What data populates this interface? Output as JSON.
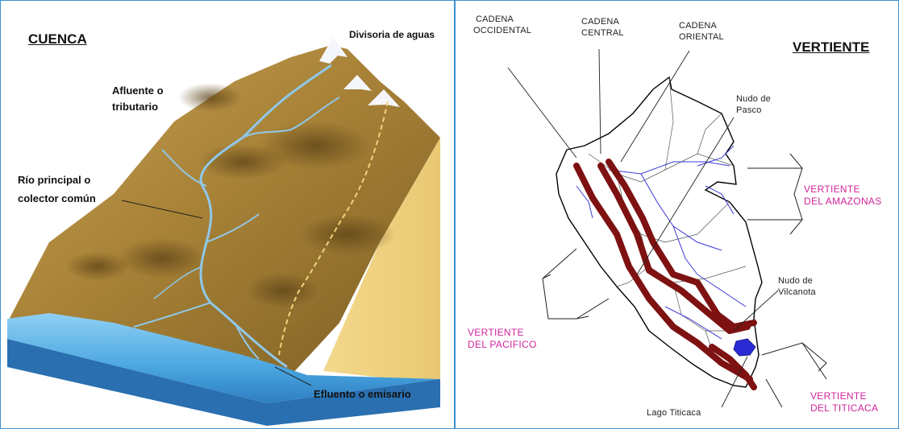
{
  "cuenca": {
    "title": "CUENCA",
    "divisoria": "Divisoria de aguas",
    "afluente_line1": "Afluente o",
    "afluente_line2": "tributario",
    "rio_line1": "Río principal o",
    "rio_line2": "colector común",
    "efluente": "Efluento o emisario"
  },
  "vertiente": {
    "title": "VERTIENTE",
    "occidental_line1": "CADENA",
    "occidental_line2": "OCCIDENTAL",
    "central_line1": "CADENA",
    "central_line2": "CENTRAL",
    "oriental_line1": "CADENA",
    "oriental_line2": "ORIENTAL",
    "pasco_line1": "Nudo de",
    "pasco_line2": "Pasco",
    "vilcanota_line1": "Nudo de",
    "vilcanota_line2": "Vilcanota",
    "titicaca_lake": "Lago Titicaca",
    "amazonas_line1": "VERTIENTE",
    "amazonas_line2": "DEL AMAZONAS",
    "pacifico_line1": "VERTIENTE",
    "pacifico_line2": "DEL PACIFICO",
    "titicaca_line1": "VERTIENTE",
    "titicaca_line2": "DEL TITICACA"
  },
  "colors": {
    "frame": "#3c8fcf",
    "terrain": "#b08a3e",
    "sea": "#4fa3dc",
    "cordillera": "#7e1111",
    "rivers": "#3a3ad6",
    "lake": "#2b2bd6",
    "vertiente_labels": "#d1249b"
  }
}
